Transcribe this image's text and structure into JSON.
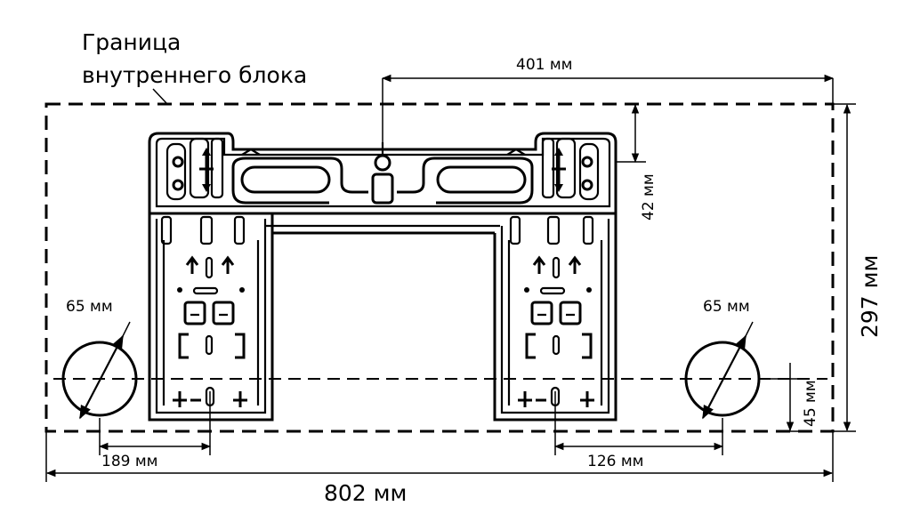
{
  "boundary_label": {
    "line1": "Граница",
    "line2": "внутреннего блока"
  },
  "dimensions": {
    "total_width": "802 мм",
    "total_height": "297 мм",
    "top_offset": "401 мм",
    "bracket_top_gap": "42 мм",
    "left_hole_diameter": "65 мм",
    "right_hole_diameter": "65 мм",
    "left_hole_offset": "189 мм",
    "right_hole_offset": "126 мм",
    "hole_center_height": "45 мм"
  }
}
